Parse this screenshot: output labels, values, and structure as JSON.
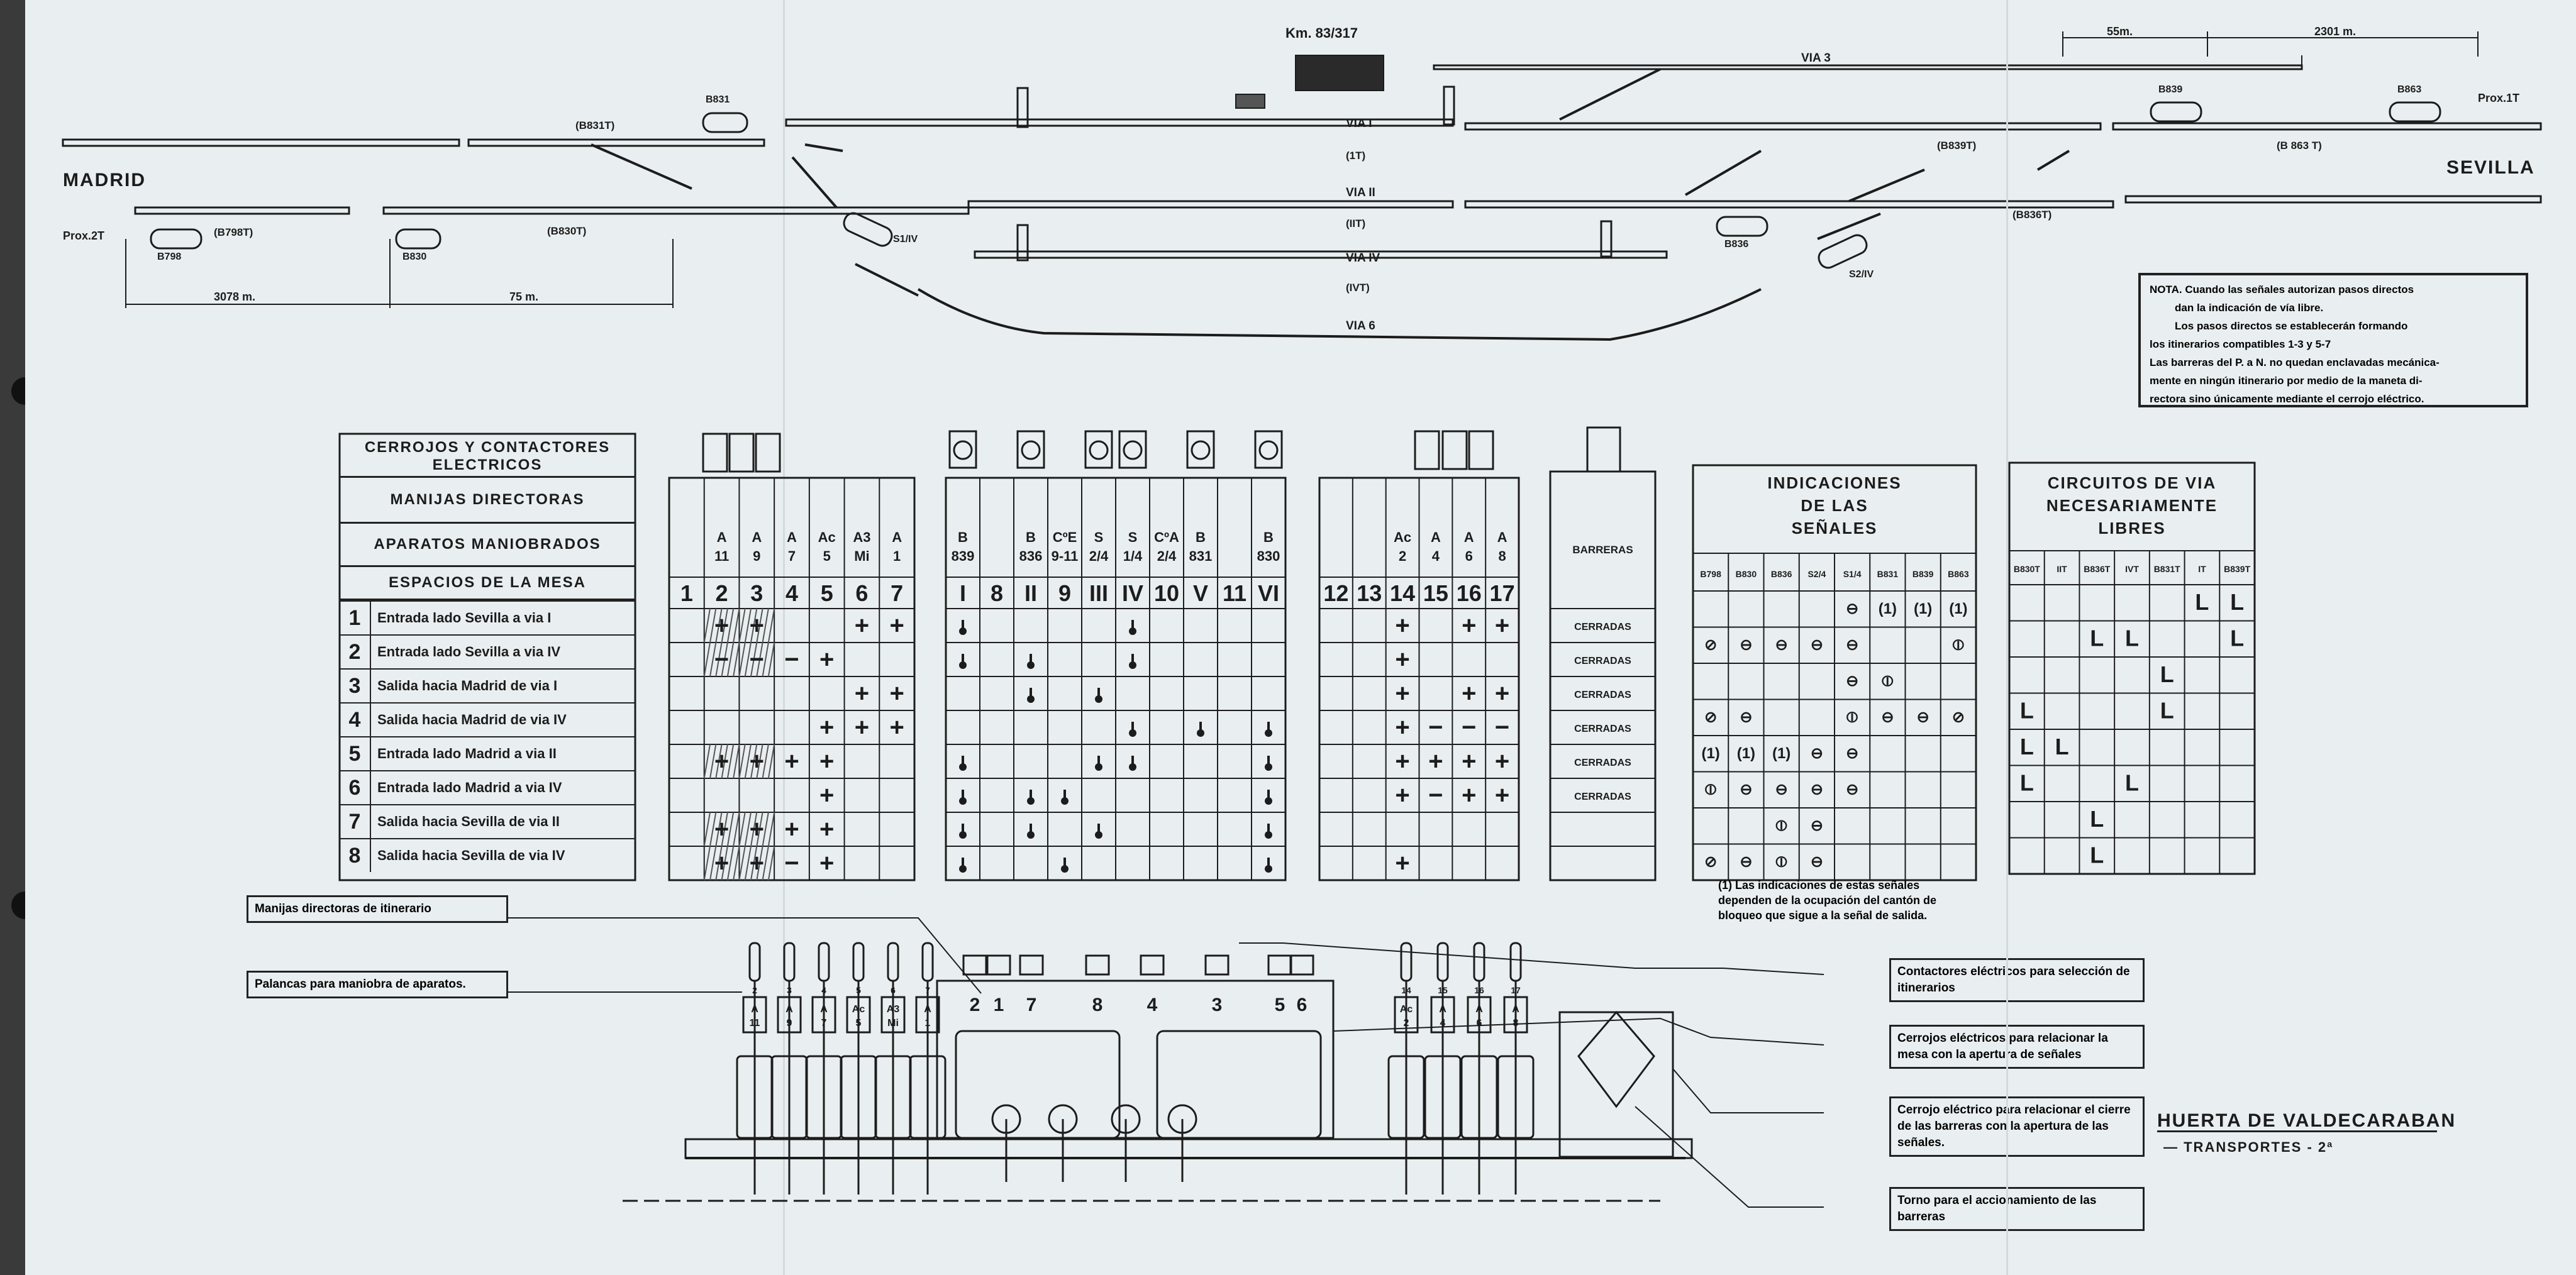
{
  "track_diagram": {
    "km_label": "Km. 83/317",
    "madrid": "MADRID",
    "sevilla": "SEVILLA",
    "prox_left": "Prox.2T",
    "prox_right": "Prox.1T",
    "dist_top_1": "55m.",
    "dist_top_2": "2301 m.",
    "dist_bottom_1": "3078 m.",
    "dist_bottom_2": "75 m.",
    "signals": {
      "b831": "B831",
      "b798": "B798",
      "b830": "B830",
      "b839": "B839",
      "b863": "B863",
      "b836": "B836",
      "s1iv": "S1/IV",
      "s2iv": "S2/IV"
    },
    "sections": {
      "b831t": "(B831T)",
      "b798t": "(B798T)",
      "b830t": "(B830T)",
      "b839t": "(B839T)",
      "b863t": "(B 863 T)",
      "b836t": "(B836T)",
      "it": "(1T)",
      "iit": "(IIT)",
      "ivt": "(IVT)"
    },
    "vias": {
      "via1": "VIA I",
      "via2": "VIA II",
      "via3": "VIA 3",
      "via4": "VIA IV",
      "via6": "VIA 6"
    }
  },
  "nota": {
    "lines": [
      "NOTA. Cuando las señales autorizan pasos directos",
      "dan la indicación de vía libre.",
      "Los pasos directos se establecerán formando",
      "los itinerarios compatibles 1-3 y 5-7",
      "Las barreras del P. a N. no quedan enclavadas mecánica-",
      "mente en ningún itinerario por medio de la maneta di-",
      "rectora sino únicamente mediante el cerrojo eléctrico."
    ]
  },
  "legend_table": {
    "headers": [
      "CERROJOS Y CONTACTORES ELECTRICOS",
      "MANIJAS DIRECTORAS",
      "APARATOS MANIOBRADOS",
      "ESPACIOS DE LA MESA"
    ],
    "rows": [
      {
        "num": "1",
        "text": "Entrada lado Sevilla a via I"
      },
      {
        "num": "2",
        "text": "Entrada lado Sevilla a via IV"
      },
      {
        "num": "3",
        "text": "Salida hacia Madrid de via I"
      },
      {
        "num": "4",
        "text": "Salida hacia Madrid de via IV"
      },
      {
        "num": "5",
        "text": "Entrada lado Madrid a via II"
      },
      {
        "num": "6",
        "text": "Entrada lado Madrid a via IV"
      },
      {
        "num": "7",
        "text": "Salida hacia Sevilla de via II"
      },
      {
        "num": "8",
        "text": "Salida hacia Sevilla de via IV"
      }
    ]
  },
  "block_a": {
    "cols": [
      {
        "top": "A",
        "bot": "11",
        "space": "2"
      },
      {
        "top": "A",
        "bot": "9",
        "space": "3"
      },
      {
        "top": "A",
        "bot": "7",
        "space": "4"
      },
      {
        "top": "Ac",
        "bot": "5",
        "space": "5"
      },
      {
        "top": "A3",
        "bot": "Mi",
        "space": "6"
      },
      {
        "top": "A",
        "bot": "1",
        "space": "7"
      }
    ],
    "first": "1",
    "cells": [
      [
        "",
        "",
        "+",
        "+",
        "",
        "",
        "+",
        "+"
      ],
      [
        "",
        "",
        "−",
        "−",
        "−",
        "+",
        "",
        ""
      ],
      [
        "",
        "",
        "",
        "",
        "",
        "",
        "+",
        "+"
      ],
      [
        "",
        "",
        "",
        "",
        "",
        "+",
        "+",
        "+"
      ],
      [
        "",
        "",
        "+",
        "+",
        "+",
        "+",
        "",
        ""
      ],
      [
        "",
        "",
        "",
        "",
        "",
        "+",
        "",
        ""
      ],
      [
        "",
        "",
        "+",
        "+",
        "+",
        "+",
        "",
        ""
      ],
      [
        "",
        "",
        "+",
        "+",
        "−",
        "+",
        "",
        ""
      ]
    ]
  },
  "block_b": {
    "cols": [
      {
        "top": "B",
        "bot": "839",
        "space": "I"
      },
      {
        "top": "",
        "bot": "",
        "space": "8"
      },
      {
        "top": "B",
        "bot": "836",
        "space": "II"
      },
      {
        "top": "CºE",
        "bot": "9-11",
        "space": "9"
      },
      {
        "top": "S",
        "bot": "2/4",
        "space": "III"
      },
      {
        "top": "S",
        "bot": "1/4",
        "space": "IV"
      },
      {
        "top": "CºA",
        "bot": "2/4",
        "space": "10"
      },
      {
        "top": "B",
        "bot": "831",
        "space": "V"
      },
      {
        "top": "",
        "bot": "",
        "space": "11"
      },
      {
        "top": "B",
        "bot": "830",
        "space": "VI"
      }
    ]
  },
  "block_c": {
    "cols": [
      {
        "top": "",
        "bot": "",
        "space": "12"
      },
      {
        "top": "",
        "bot": "",
        "space": "13"
      },
      {
        "top": "Ac",
        "bot": "2",
        "space": "14"
      },
      {
        "top": "A",
        "bot": "4",
        "space": "15"
      },
      {
        "top": "A",
        "bot": "6",
        "space": "16"
      },
      {
        "top": "A",
        "bot": "8",
        "space": "17"
      }
    ],
    "cells": [
      [
        "",
        "",
        "+",
        "",
        "+",
        "+"
      ],
      [
        "",
        "",
        "+",
        "",
        "",
        ""
      ],
      [
        "",
        "",
        "+",
        "",
        "+",
        "+"
      ],
      [
        "",
        "",
        "+",
        "−",
        "−",
        "−"
      ],
      [
        "",
        "",
        "+",
        "+",
        "+",
        "+"
      ],
      [
        "",
        "",
        "+",
        "−",
        "+",
        "+"
      ],
      [
        "",
        "",
        "",
        "",
        "",
        ""
      ],
      [
        "",
        "",
        "+",
        "",
        "",
        ""
      ]
    ]
  },
  "barreras": {
    "header": "BARRERAS",
    "rows": [
      "CERRADAS",
      "CERRADAS",
      "CERRADAS",
      "CERRADAS",
      "CERRADAS",
      "CERRADAS",
      "",
      ""
    ]
  },
  "indicaciones": {
    "title_lines": [
      "INDICACIONES",
      "DE LAS",
      "SEÑALES"
    ],
    "cols": [
      "B798",
      "B830",
      "B836",
      "S2/4",
      "S1/4",
      "B831",
      "B839",
      "B863"
    ],
    "cells": [
      [
        "",
        "",
        "",
        "",
        "⊖",
        "(1)",
        "(1)",
        "(1)"
      ],
      [
        "⊘",
        "⊖",
        "⊖",
        "⊖",
        "⊖",
        "",
        "",
        "⦶"
      ],
      [
        "",
        "",
        "",
        "",
        "⊖",
        "⦶",
        "",
        ""
      ],
      [
        "⊘",
        "⊖",
        "",
        "",
        "⦶",
        "⊖",
        "⊖",
        "⊘"
      ],
      [
        "(1)",
        "(1)",
        "(1)",
        "⊖",
        "⊖",
        "",
        "",
        ""
      ],
      [
        "⦶",
        "⊖",
        "⊖",
        "⊖",
        "⊖",
        "",
        "",
        ""
      ],
      [
        "",
        "",
        "⦶",
        "⊖",
        "",
        "",
        "",
        ""
      ],
      [
        "⊘",
        "⊖",
        "⦶",
        "⊖",
        "",
        "",
        "",
        ""
      ]
    ],
    "footnote": "(1) Las indicaciones de estas señales dependen de la ocupación del cantón de bloqueo que sigue a la señal de salida."
  },
  "circuitos": {
    "title_lines": [
      "CIRCUITOS DE VIA",
      "NECESARIAMENTE",
      "LIBRES"
    ],
    "cols": [
      "B830T",
      "IIT",
      "B836T",
      "IVT",
      "B831T",
      "IT",
      "B839T"
    ],
    "cells": [
      [
        "",
        "",
        "",
        "",
        "",
        "L",
        "L"
      ],
      [
        "",
        "",
        "L",
        "L",
        "",
        "",
        "L"
      ],
      [
        "",
        "",
        "",
        "",
        "L",
        "",
        ""
      ],
      [
        "L",
        "",
        "",
        "",
        "L",
        "",
        ""
      ],
      [
        "L",
        "L",
        "",
        "",
        "",
        "",
        ""
      ],
      [
        "L",
        "",
        "",
        "L",
        "",
        "",
        ""
      ],
      [
        "",
        "",
        "L",
        "",
        "",
        "",
        ""
      ],
      [
        "",
        "",
        "L",
        "",
        "",
        "",
        ""
      ]
    ]
  },
  "mechanism": {
    "levers_left": [
      {
        "num": "2",
        "top": "A",
        "bot": "11"
      },
      {
        "num": "3",
        "top": "A",
        "bot": "9"
      },
      {
        "num": "4",
        "top": "A",
        "bot": "7"
      },
      {
        "num": "5",
        "top": "Ac",
        "bot": "5"
      },
      {
        "num": "6",
        "top": "A3",
        "bot": "Mi"
      },
      {
        "num": "7",
        "top": "A",
        "bot": "1"
      }
    ],
    "levers_right": [
      {
        "num": "14",
        "top": "Ac",
        "bot": "2"
      },
      {
        "num": "15",
        "top": "A",
        "bot": "4"
      },
      {
        "num": "16",
        "top": "A",
        "bot": "6"
      },
      {
        "num": "17",
        "top": "A",
        "bot": "8"
      }
    ],
    "bank_numbers": [
      "2",
      "1",
      "7",
      "8",
      "4",
      "3",
      "5",
      "6"
    ]
  },
  "callouts": {
    "manijas": "Manijas directoras de itinerario",
    "palancas": "Palancas para maniobra de aparatos.",
    "contactores": "Contactores eléctricos para selección de itinerarios",
    "cerrojos": "Cerrojos eléctricos para relacionar la mesa con la apertura de señales",
    "cerrojo_barreras": "Cerrojo eléctrico para relacionar el cierre de las barreras con la apertura de las señales.",
    "torno": "Torno para el accionamiento de las barreras"
  },
  "title_block": {
    "title": "HUERTA DE VALDECARABAN",
    "subtitle": "— TRANSPORTES - 2ª"
  }
}
